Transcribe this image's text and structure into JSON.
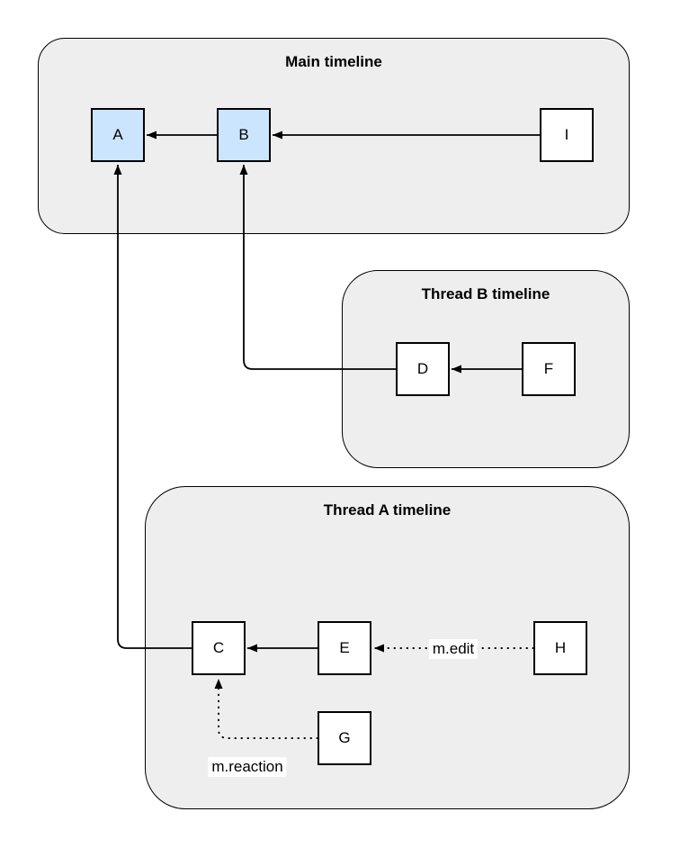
{
  "diagram": {
    "groups": {
      "main": {
        "title": "Main timeline"
      },
      "thread_b": {
        "title": "Thread B timeline"
      },
      "thread_a": {
        "title": "Thread A timeline"
      }
    },
    "nodes": {
      "a": "A",
      "b": "B",
      "c": "C",
      "d": "D",
      "e": "E",
      "f": "F",
      "g": "G",
      "h": "H",
      "i": "I"
    },
    "edge_labels": {
      "edit": "m.edit",
      "reaction": "m.reaction"
    },
    "edges": [
      {
        "from": "B",
        "to": "A",
        "style": "solid"
      },
      {
        "from": "I",
        "to": "B",
        "style": "solid"
      },
      {
        "from": "D",
        "to": "B",
        "style": "solid-elbow"
      },
      {
        "from": "F",
        "to": "D",
        "style": "solid"
      },
      {
        "from": "C",
        "to": "A",
        "style": "solid-elbow"
      },
      {
        "from": "E",
        "to": "C",
        "style": "solid"
      },
      {
        "from": "H",
        "to": "E",
        "style": "dotted",
        "label": "m.edit"
      },
      {
        "from": "G",
        "to": "C",
        "style": "dotted-elbow",
        "label": "m.reaction"
      }
    ],
    "colors": {
      "group_fill": "#eeeeee",
      "node_fill": "#ffffff",
      "highlight_fill": "#cce5ff",
      "stroke": "#000000",
      "background": "#ffffff"
    }
  }
}
